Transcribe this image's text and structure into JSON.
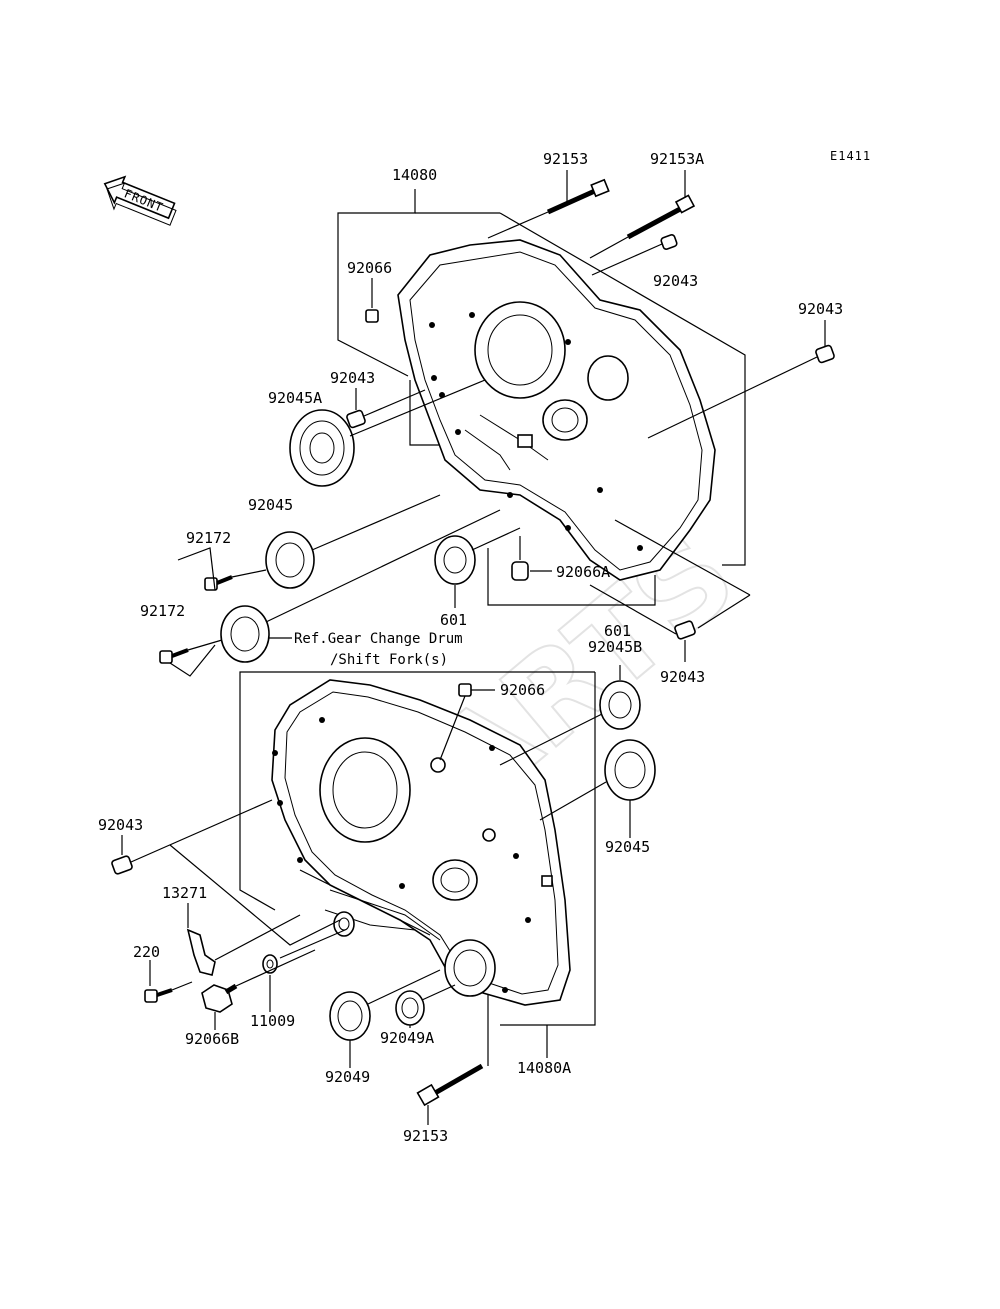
{
  "diagram_code": "E1411",
  "front_label": "FRONT",
  "watermark": "PARTS",
  "ref_note": {
    "line1": "Ref.Gear Change Drum",
    "line2": "/Shift Fork(s)"
  },
  "labels": {
    "p14080": "14080",
    "p92153_top": "92153",
    "p92153A": "92153A",
    "p92043_a": "92043",
    "p92043_b": "92043",
    "p92066_top": "92066",
    "p92043_c": "92043",
    "p92045A": "92045A",
    "p92045_top": "92045",
    "p92172_a": "92172",
    "p92172_b": "92172",
    "p92066A": "92066A",
    "p601_a": "601",
    "p601_b": "601",
    "p92045B": "92045B",
    "p92043_d": "92043",
    "p92066_mid": "92066",
    "p92045_mid": "92045",
    "p92043_e": "92043",
    "p13271": "13271",
    "p220": "220",
    "p11009": "11009",
    "p92066B": "92066B",
    "p92049": "92049",
    "p92049A": "92049A",
    "p14080A": "14080A",
    "p92153_bot": "92153"
  }
}
